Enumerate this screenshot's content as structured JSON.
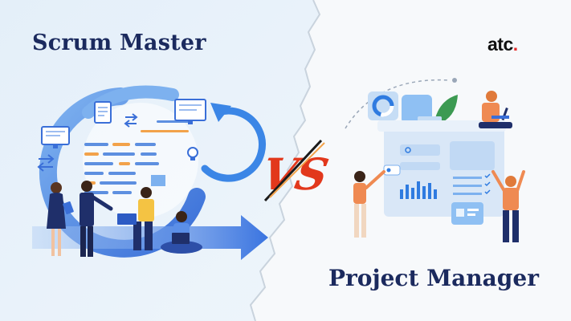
{
  "left": {
    "title": "Scrum Master"
  },
  "right": {
    "title": "Project Manager"
  },
  "versus": {
    "label": "VS"
  },
  "brand": {
    "name": "atc",
    "dot": ".",
    "accent_color": "#e52b2b"
  },
  "colors": {
    "title": "#1b2a5e",
    "left_bg": "#e7f1fb",
    "right_bg": "#f7f9fb",
    "cycle": "#4a86e8",
    "arrow": "#3d7be0",
    "vs_fill": "#e2381c",
    "panel": "#d9e7f7"
  }
}
